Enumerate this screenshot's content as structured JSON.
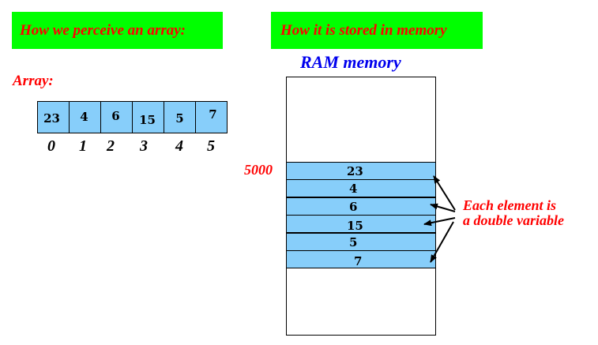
{
  "banners": {
    "left": "How we perceive an array:",
    "right": "How it is stored in memory"
  },
  "array_label": "Array:",
  "array": {
    "values": [
      "23",
      "4",
      "6",
      "15",
      "5",
      "7"
    ],
    "indices": [
      "0",
      "1",
      "2",
      "3",
      "4",
      "5"
    ]
  },
  "ram": {
    "title": "RAM memory",
    "start_address": "5000",
    "cells": [
      "23",
      "4",
      "6",
      "15",
      "5",
      "7"
    ]
  },
  "annotation": {
    "line1": "Each element is",
    "line2": "a double variable"
  },
  "colors": {
    "banner_bg": "#00ff00",
    "label_red": "#ff0000",
    "title_blue": "#0000ee",
    "cell_fill": "#87cefa"
  }
}
